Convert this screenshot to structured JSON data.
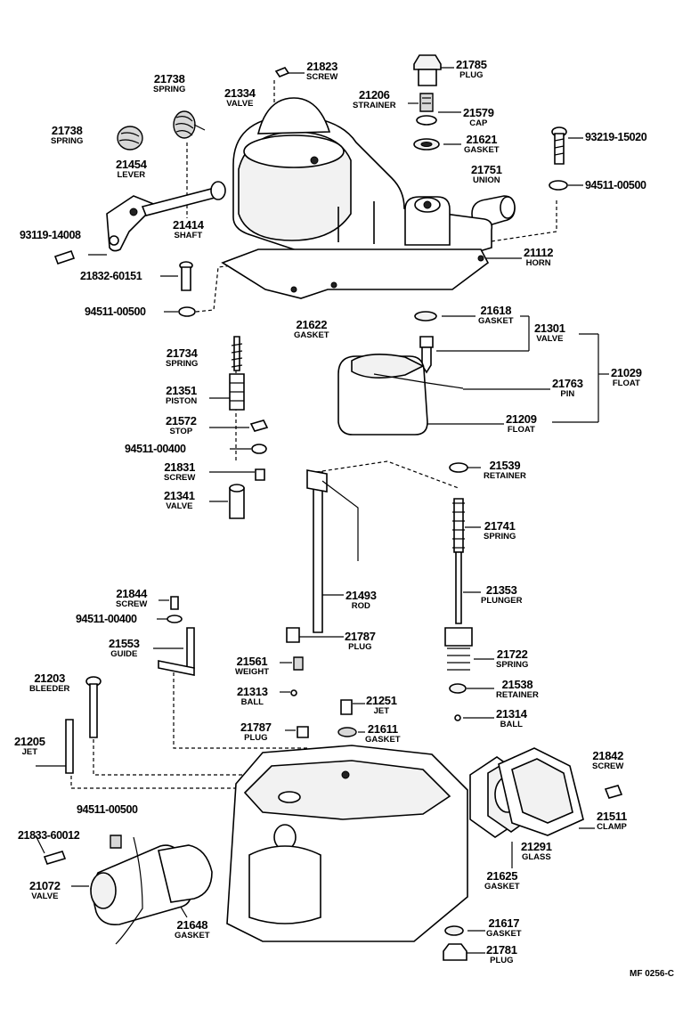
{
  "drawing_code": "MF 0256-C",
  "labels": {
    "l21823": {
      "num": "21823",
      "desc": "SCREW"
    },
    "l21785": {
      "num": "21785",
      "desc": "PLUG"
    },
    "l21738a": {
      "num": "21738",
      "desc": "SPRING"
    },
    "l21334": {
      "num": "21334",
      "desc": "VALVE"
    },
    "l21206": {
      "num": "21206",
      "desc": "STRAINER"
    },
    "l21579": {
      "num": "21579",
      "desc": "CAP"
    },
    "l21738b": {
      "num": "21738",
      "desc": "SPRING"
    },
    "l21621": {
      "num": "21621",
      "desc": "GASKET"
    },
    "l21454": {
      "num": "21454",
      "desc": "LEVER"
    },
    "l21751": {
      "num": "21751",
      "desc": "UNION"
    },
    "l21414": {
      "num": "21414",
      "desc": "SHAFT"
    },
    "l21112": {
      "num": "21112",
      "desc": "HORN"
    },
    "l21622": {
      "num": "21622",
      "desc": "GASKET"
    },
    "l21618": {
      "num": "21618",
      "desc": "GASKET"
    },
    "l21301": {
      "num": "21301",
      "desc": "VALVE"
    },
    "l21734": {
      "num": "21734",
      "desc": "SPRING"
    },
    "l21029": {
      "num": "21029",
      "desc": "FLOAT"
    },
    "l21351": {
      "num": "21351",
      "desc": "PISTON"
    },
    "l21763": {
      "num": "21763",
      "desc": "PIN"
    },
    "l21572": {
      "num": "21572",
      "desc": "STOP"
    },
    "l21209": {
      "num": "21209",
      "desc": "FLOAT"
    },
    "l21831": {
      "num": "21831",
      "desc": "SCREW"
    },
    "l21539": {
      "num": "21539",
      "desc": "RETAINER"
    },
    "l21341": {
      "num": "21341",
      "desc": "VALVE"
    },
    "l21741": {
      "num": "21741",
      "desc": "SPRING"
    },
    "l21844": {
      "num": "21844",
      "desc": "SCREW"
    },
    "l21493": {
      "num": "21493",
      "desc": "ROD"
    },
    "l21353": {
      "num": "21353",
      "desc": "PLUNGER"
    },
    "l21553": {
      "num": "21553",
      "desc": "GUIDE"
    },
    "l21787a": {
      "num": "21787",
      "desc": "PLUG"
    },
    "l21561": {
      "num": "21561",
      "desc": "WEIGHT"
    },
    "l21722": {
      "num": "21722",
      "desc": "SPRING"
    },
    "l21203": {
      "num": "21203",
      "desc": "BLEEDER"
    },
    "l21313": {
      "num": "21313",
      "desc": "BALL"
    },
    "l21538": {
      "num": "21538",
      "desc": "RETAINER"
    },
    "l21251": {
      "num": "21251",
      "desc": "JET"
    },
    "l21314": {
      "num": "21314",
      "desc": "BALL"
    },
    "l21205": {
      "num": "21205",
      "desc": "JET"
    },
    "l21787b": {
      "num": "21787",
      "desc": "PLUG"
    },
    "l21611": {
      "num": "21611",
      "desc": "GASKET"
    },
    "l21842": {
      "num": "21842",
      "desc": "SCREW"
    },
    "l21511": {
      "num": "21511",
      "desc": "CLAMP"
    },
    "l21291": {
      "num": "21291",
      "desc": "GLASS"
    },
    "l21625": {
      "num": "21625",
      "desc": "GASKET"
    },
    "l21072": {
      "num": "21072",
      "desc": "VALVE"
    },
    "l21648": {
      "num": "21648",
      "desc": "GASKET"
    },
    "l21617": {
      "num": "21617",
      "desc": "GASKET"
    },
    "l21781": {
      "num": "21781",
      "desc": "PLUG"
    }
  },
  "part_numbers": {
    "p93219": "93219-15020",
    "p94511a": "94511-00500",
    "p93119": "93119-14008",
    "p21832": "21832-60151",
    "p94511b": "94511-00500",
    "p94511c": "94511-00400",
    "p94511d": "94511-00400",
    "p94511e": "94511-00500",
    "p21833": "21833-60012"
  }
}
